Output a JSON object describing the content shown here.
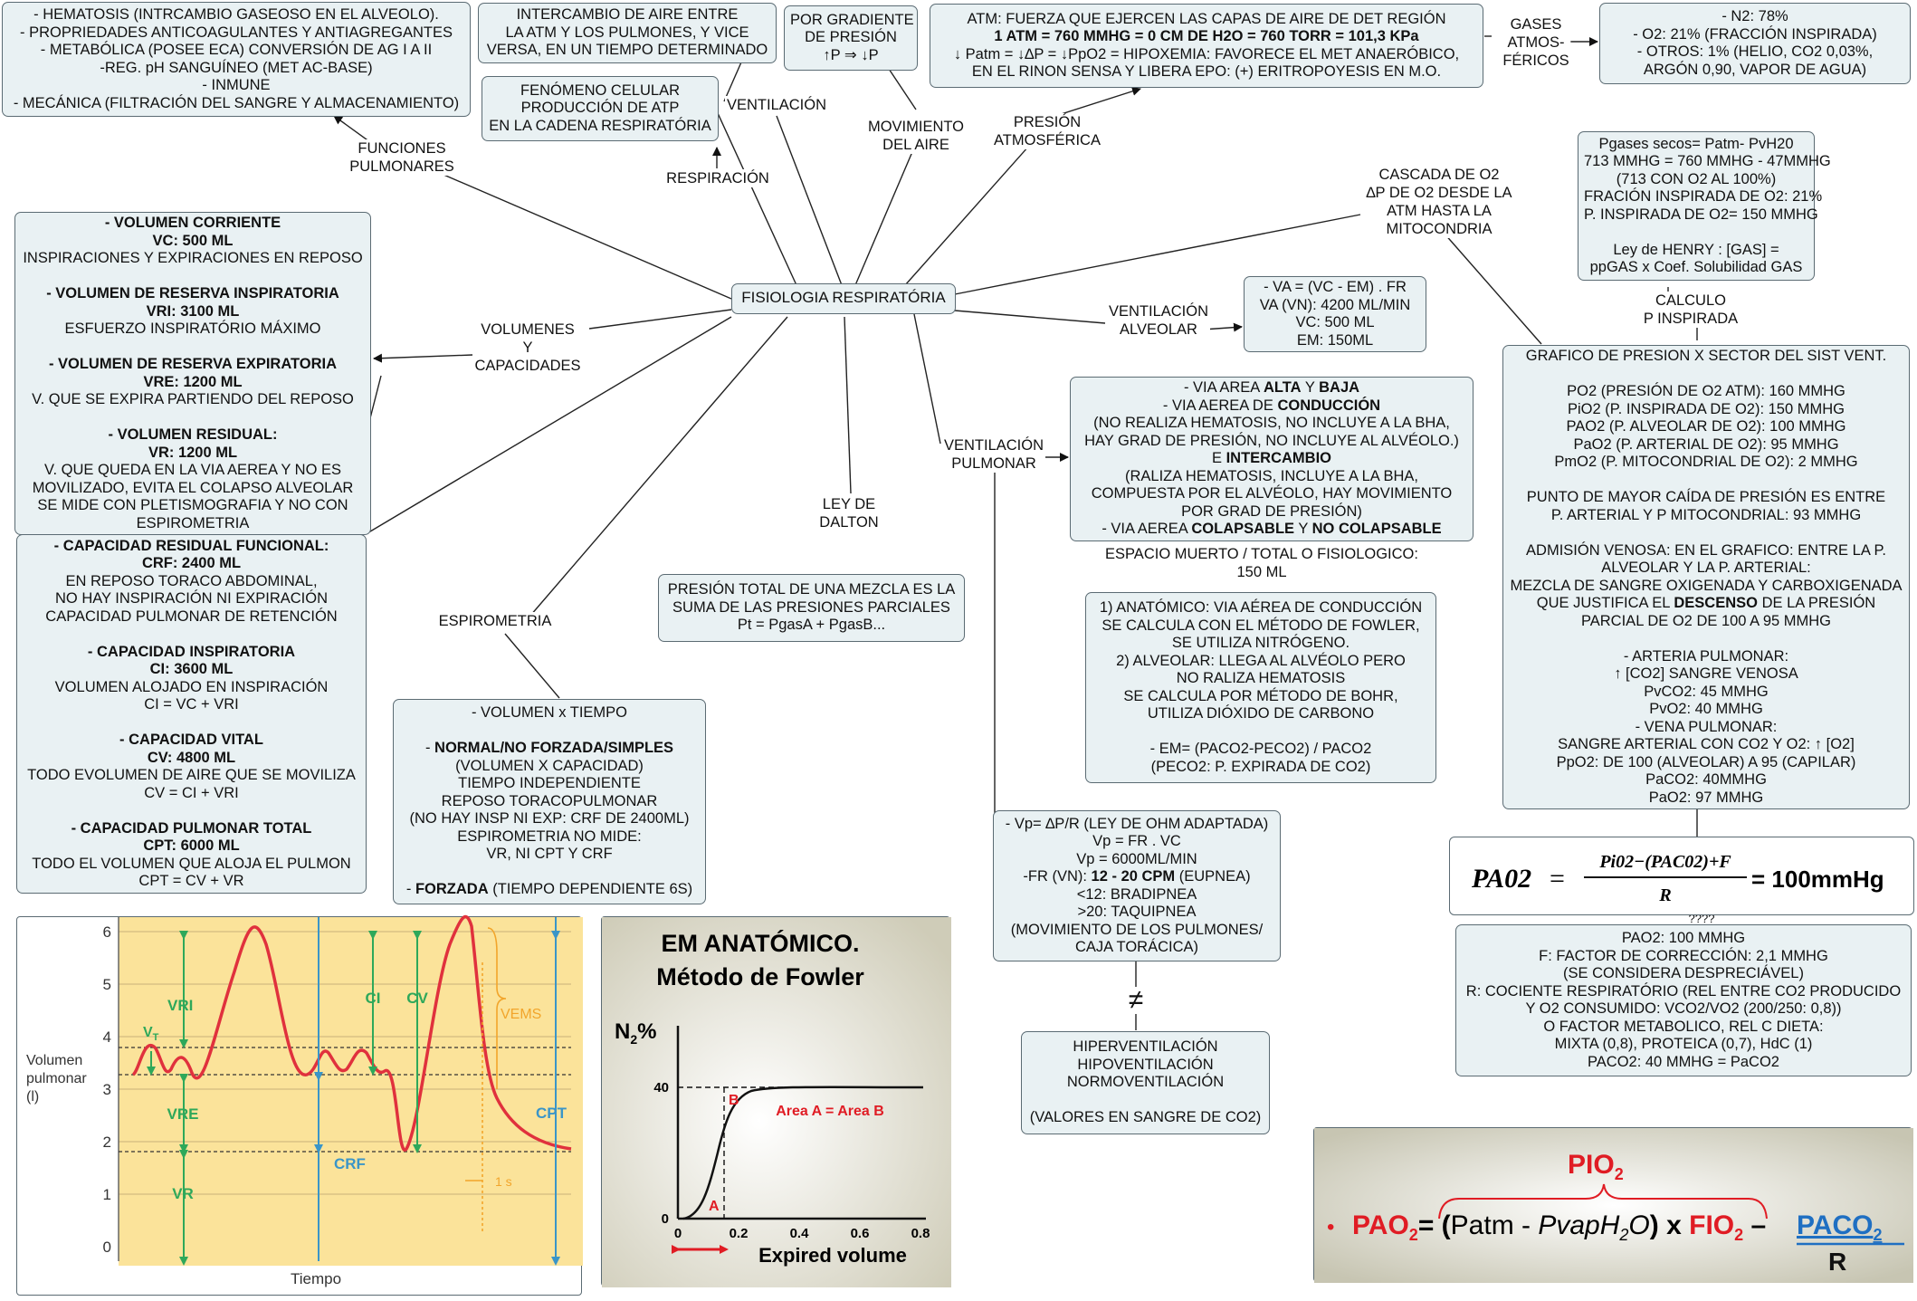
{
  "center": "FISIOLOGIA RESPIRATÓRIA",
  "labels": {
    "funciones": [
      "FUNCIONES",
      "PULMONARES"
    ],
    "respiracion": [
      "RESPIRACIÓN"
    ],
    "ventilacion": [
      "VENTILACIÓN"
    ],
    "movimiento": [
      "MOVIMIENTO",
      "DEL AIRE"
    ],
    "presion": [
      "PRESIÓN",
      "ATMOSFÉRICA"
    ],
    "gases": [
      "GASES",
      "ATMOS-",
      "FÉRICOS"
    ],
    "cascada": [
      "CASCADA DE O2",
      "∆P DE O2 DESDE LA",
      "ATM HASTA LA",
      "MITOCONDRIA"
    ],
    "calculo": [
      "CALCULO",
      "P INSPIRADA"
    ],
    "vent_alveolar": [
      "VENTILACIÓN",
      "ALVEOLAR"
    ],
    "volumenes": [
      "VOLUMENES",
      "Y",
      "CAPACIDADES"
    ],
    "vent_pulmonar": [
      "VENTILACIÓN",
      "PULMONAR"
    ],
    "ley_dalton": [
      "LEY DE",
      "DALTON"
    ],
    "espirometria": [
      "ESPIROMETRIA"
    ],
    "neq": "≠",
    "qmarks": "????"
  },
  "nodes": {
    "funciones_box": [
      "- HEMATOSIS (INTRCAMBIO GASEOSO EN EL ALVEOLO).",
      "- PROPRIEDADES ANTICOAGULANTES Y ANTIAGREGANTES",
      "- METABÓLICA (POSEE ECA) CONVERSIÓN DE AG I A II",
      "-REG. pH SANGUÍNEO (MET AC-BASE)",
      "- INMUNE",
      "- MECÁNICA (FILTRACIÓN DEL SANGRE Y ALMACENAMIENTO)"
    ],
    "intercambio_box": [
      "INTERCAMBIO DE AIRE ENTRE",
      "LA ATM Y LOS PULMONES, Y VICE",
      "VERSA, EN UN TIEMPO DETERMINADO"
    ],
    "fenomeno_box": [
      "FENÓMENO CELULAR",
      "PRODUCCIÓN DE ATP",
      "EN LA CADENA RESPIRATÓRIA"
    ],
    "gradiente_box": [
      "POR GRADIENTE",
      "DE PRESIÓN",
      "↑P ⇒ ↓P"
    ],
    "atm_box": [
      "ATM: FUERZA QUE EJERCEN LAS CAPAS DE AIRE DE DET REGIÓN",
      "**1 ATM = 760 MMHG = 0 CM DE H2O = 760 TORR = 101,3 KPa**",
      "↓ Patm = ↓∆P = ↓PpO2 = HIPOXEMIA: FAVORECE EL MET ANAERÓBICO,",
      "EN EL RINON SENSA Y LIBERA EPO: (+) ERITROPOYESIS EN M.O."
    ],
    "n2_box": [
      "- N2: 78%",
      "- O2: 21% (FRACCIÓN INSPIRADA)",
      "- OTROS: 1% (HELIO, CO2 0,03%,",
      "ARGÓN 0,90, VAPOR DE AGUA)"
    ],
    "pgases_box": [
      "Pgases secos= Patm- PvH20",
      "713 MMHG = 760 MMHG - 47MMHG",
      "(713 CON O2 AL 100%)",
      "FRACIÓN INSPIRADA DE O2: 21%",
      "P. INSPIRADA DE O2= 150 MMHG",
      "",
      "Ley de HENRY : [GAS] =",
      "ppGAS x Coef. Solubilidad GAS"
    ],
    "va_box": [
      "- VA = (VC - EM) . FR",
      "VA (VN): 4200 ML/MIN",
      "VC: 500 ML",
      "EM: 150ML"
    ],
    "volumenes_box": [
      "**- VOLUMEN CORRIENTE**",
      "**VC: 500 ML**",
      "INSPIRACIONES Y EXPIRACIONES EN REPOSO",
      "",
      "**- VOLUMEN DE RESERVA INSPIRATORIA**",
      "**VRI: 3100 ML**",
      "ESFUERZO INSPIRATÓRIO MÁXIMO",
      "",
      "**- VOLUMEN DE RESERVA EXPIRATORIA**",
      "**VRE: 1200 ML**",
      "V. QUE SE EXPIRA PARTIENDO DEL REPOSO",
      "",
      "**- VOLUMEN RESIDUAL:**",
      "**VR: 1200 ML**",
      "V. QUE QUEDA EN LA VIA AEREA Y NO ES",
      "MOVILIZADO, EVITA EL COLAPSO ALVEOLAR",
      "SE MIDE CON PLETISMOGRAFIA Y NO CON",
      "ESPIROMETRIA"
    ],
    "capacidades_box": [
      "**- CAPACIDAD RESIDUAL FUNCIONAL:**",
      "**CRF: 2400 ML**",
      "EN REPOSO TORACO ABDOMINAL,",
      "NO HAY INSPIRACIÓN NI EXPIRACIÓN",
      "CAPACIDAD PULMONAR DE RETENCIÓN",
      "",
      "**- CAPACIDAD INSPIRATORIA**",
      "**CI: 3600 ML**",
      "VOLUMEN ALOJADO EN INSPIRACIÓN",
      "CI = VC + VRI",
      "",
      "**- CAPACIDAD VITAL**",
      "**CV: 4800 ML**",
      "TODO EVOLUMEN DE AIRE QUE SE MOVILIZA",
      "CV = CI + VRI",
      "",
      "**- CAPACIDAD PULMONAR TOTAL**",
      "**CPT: 6000 ML**",
      "TODO EL VOLUMEN QUE ALOJA EL PULMON",
      "CPT = CV + VR"
    ],
    "via_box": [
      "- VIA AREA **ALTA** Y **BAJA**",
      "- VIA AEREA DE **CONDUCCIÓN**",
      "(NO REALIZA HEMATOSIS, NO INCLUYE A LA BHA,",
      "HAY GRAD DE PRESIÓN, NO INCLUYE AL ALVÉOLO.)",
      "E **INTERCAMBIO**",
      "(RALIZA HEMATOSIS, INCLUYE A LA BHA,",
      "COMPUESTA POR EL ALVÉOLO, HAY MOVIMIENTO",
      "POR GRAD DE PRESIÓN)",
      "- VIA AEREA **COLAPSABLE** Y **NO COLAPSABLE**"
    ],
    "espacio_muerto": [
      "ESPACIO MUERTO / TOTAL O FISIOLOGICO:",
      "150 ML"
    ],
    "anatomico_box": [
      "1) ANATÓMICO: VIA AÉREA DE CONDUCCIÓN",
      "SE CALCULA CON EL MÉTODO DE FOWLER,",
      "SE UTILIZA NITRÓGENO.",
      "2) ALVEOLAR: LLEGA AL ALVÉOLO PERO",
      "NO RALIZA HEMATOSIS",
      "SE CALCULA POR MÉTODO DE BOHR,",
      "UTILIZA DIÓXIDO DE CARBONO",
      "",
      "- EM= (PACO2-PECO2) / PACO2",
      "(PECO2: P. EXPIRADA DE CO2)"
    ],
    "dalton_box": [
      "PRESIÓN TOTAL DE UNA MEZCLA ES LA",
      "SUMA DE LAS PRESIONES PARCIALES",
      "Pt = PgasA + PgasB..."
    ],
    "espirometria_box": [
      "- VOLUMEN x TIEMPO",
      "",
      "- **NORMAL/NO FORZADA/SIMPLES**",
      "(VOLUMEN X CAPACIDAD)",
      "TIEMPO INDEPENDIENTE",
      "REPOSO TORACOPULMONAR",
      "(NO HAY INSP NI EXP: CRF DE 2400ML)",
      "ESPIROMETRIA NO MIDE:",
      "VR, NI CPT Y CRF",
      "",
      "- **FORZADA** (TIEMPO DEPENDIENTE 6S)"
    ],
    "vp_box": [
      "- Vp= ∆P/R (LEY DE OHM ADAPTADA)",
      "Vp = FR . VC",
      "Vp = 6000ML/MIN",
      "-FR (VN): **12 - 20 CPM** (EUPNEA)",
      "<12: BRADIPNEA",
      ">20: TAQUIPNEA",
      "(MOVIMIENTO DE LOS PULMONES/",
      "CAJA TORÁCICA)"
    ],
    "hiper_box": [
      "HIPERVENTILACIÓN",
      "HIPOVENTILACIÓN",
      "NORMOVENTILACIÓN",
      "",
      "(VALORES EN SANGRE DE CO2)"
    ],
    "grafico_box": [
      "GRAFICO DE PRESION X SECTOR DEL SIST VENT.",
      "",
      "PO2 (PRESIÓN DE O2 ATM): 160 MMHG",
      "PiO2 (P. INSPIRADA DE O2): 150 MMHG",
      "PAO2 (P. ALVEOLAR DE O2): 100 MMHG",
      "PaO2 (P. ARTERIAL DE O2): 95 MMHG",
      "PmO2 (P. MITOCONDRIAL DE O2): 2 MMHG",
      "",
      "PUNTO DE MAYOR CAÍDA DE PRESIÓN ES ENTRE",
      "P. ARTERIAL Y P MITOCONDRIAL: 93 MMHG",
      "",
      "ADMISIÓN VENOSA: EN EL GRAFICO: ENTRE LA P.",
      "ALVEOLAR Y LA P. ARTERIAL:",
      "MEZCLA DE SANGRE OXIGENADA Y CARBOXIGENADA",
      "QUE JUSTIFICA EL **DESCENSO** DE LA PRESIÓN",
      "PARCIAL DE O2 DE 100 A 95 MMHG",
      "",
      "- ARTERIA PULMONAR:",
      "↑ [CO2] SANGRE VENOSA",
      "PvCO2: 45 MMHG",
      "PvO2: 40 MMHG",
      "- VENA PULMONAR:",
      "SANGRE ARTERIAL CON CO2 Y O2: ↑ [O2]",
      "PpO2: DE 100 (ALVEOLAR) A 95 (CAPILAR)",
      "PaCO2: 40MMHG",
      "PaO2: 97 MMHG"
    ],
    "pao2_def_box": [
      "PAO2: 100 MMHG",
      "F: FACTOR DE CORRECCIÓN: 2,1 MMHG",
      "(SE CONSIDERA DESPRECIÁVEL)",
      "R: COCIENTE RESPIRATÓRIO (REL ENTRE CO2 PRODUCIDO",
      "Y O2 CONSUMIDO: VCO2/VO2 (200/250: 0,8))",
      "O FACTOR METABOLICO, REL C DIETA:",
      "MIXTA (0,8), PROTEICA (0,7), HdC (1)",
      "PACO2: 40 MMHG = PaCO2"
    ]
  },
  "formula1": {
    "lhs": "PA02",
    "eq": "=",
    "numerator": "Pi02−(PAC02)+F",
    "denominator": "R",
    "result": "= 100mmHg"
  },
  "formula2": {
    "top": "PIO",
    "top_sub": "2",
    "bullet": "•",
    "pao": "PAO",
    "pao_sub": "2",
    "eq": "= (",
    "patm": "Patm - ",
    "pvap": "PvapH",
    "pvap_sub": "2",
    "pvap_end": "O",
    "close": ") x ",
    "fio": "FIO",
    "fio_sub": "2",
    "minus": " – ",
    "paco": "PACO",
    "paco_sub": "2",
    "r": "R",
    "colors": {
      "red": "#e01c24",
      "blue": "#1f6fc2",
      "bg": "#d8d7c8"
    }
  },
  "spirogram": {
    "ylabel": [
      "Volumen",
      "pulmonar",
      "(l)"
    ],
    "xlabel": "Tiempo",
    "yticks": [
      "6",
      "5",
      "4",
      "3",
      "2",
      "1",
      "0"
    ],
    "labels": {
      "vri": "VRI",
      "vt_main": "V",
      "vt_sub": "T",
      "vre": "VRE",
      "vr": "VR",
      "crf": "CRF",
      "ci": "CI",
      "cv": "CV",
      "vems": "VEMS",
      "cpt": "CPT",
      "one_s": "1 s"
    },
    "colors": {
      "bg": "#fbe39a",
      "curve": "#e0313d",
      "arrow": "#2ea85a",
      "vems": "#f2a52b",
      "blue": "#3a95c8"
    }
  },
  "fowler": {
    "title1": "EM ANATÓMICO.",
    "title2": "Método de Fowler",
    "ylabel": "N",
    "ylabel_sub": "2",
    "ylabel_pct": "%",
    "xlabel": "Expired volume",
    "yticks": [
      "40",
      "0"
    ],
    "xticks": [
      "0",
      "0.2",
      "0.4",
      "0.6",
      "0.8"
    ],
    "area_text": "Area A  =  Area B",
    "point_a": "A",
    "point_b": "B",
    "colors": {
      "bg": "#dedcca",
      "red": "#e01c24"
    }
  }
}
